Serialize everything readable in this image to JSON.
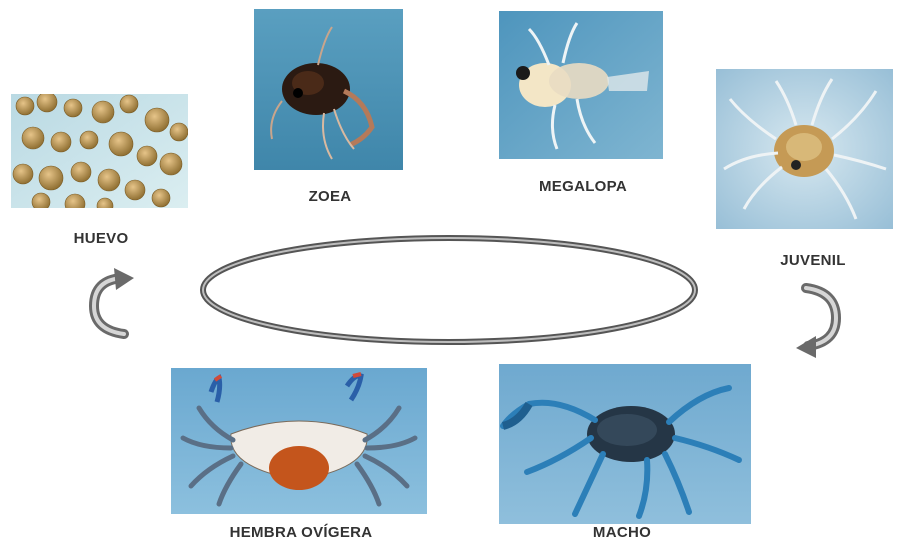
{
  "diagram": {
    "stages": [
      {
        "id": "huevo",
        "label": "HUEVO"
      },
      {
        "id": "zoea",
        "label": "ZOEA"
      },
      {
        "id": "megalopa",
        "label": "MEGALOPA"
      },
      {
        "id": "juvenil",
        "label": "JUVENIL"
      },
      {
        "id": "macho",
        "label": "MACHO"
      },
      {
        "id": "hembra",
        "label": "HEMBRA OVÍGERA"
      }
    ],
    "colors": {
      "photo_background": "#5aa0c8",
      "label_text": "#333333",
      "cycle_ring": "#555555"
    },
    "icons": [
      "cycle-ellipse",
      "circular-arrow-left-icon",
      "circular-arrow-right-icon"
    ]
  }
}
